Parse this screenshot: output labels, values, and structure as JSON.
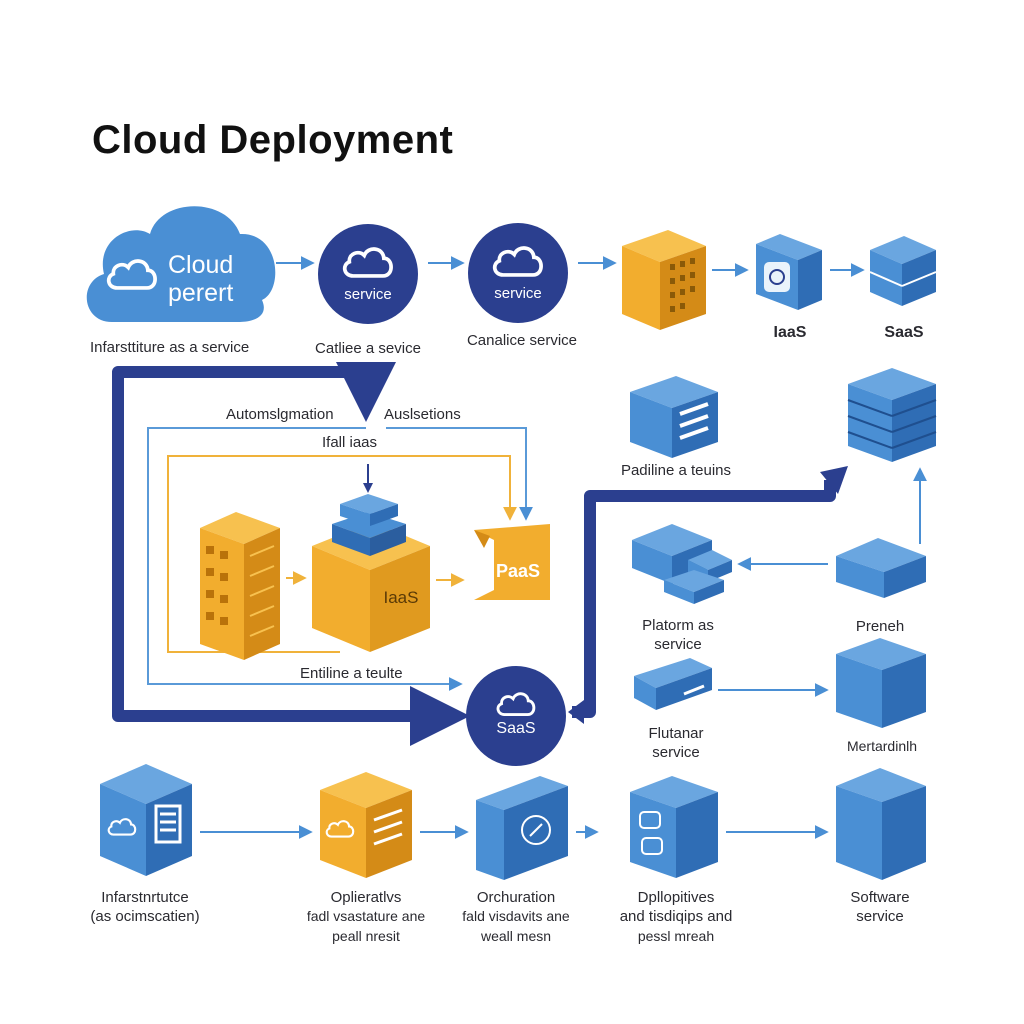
{
  "title": "Cloud Deployment",
  "colors": {
    "navy": "#2b3f8f",
    "blue": "#4a8fd4",
    "blue_dark": "#2f6db5",
    "orange": "#f2ad2e",
    "orange_dark": "#d48b17",
    "line_blue": "#5a9ad8",
    "line_orange": "#f0b23a"
  },
  "top_row": {
    "cloud_text_1": "Cloud",
    "cloud_text_2": "perert",
    "cloud_caption": "Infarsttiture as a service",
    "circle1_text": "service",
    "circle1_caption": "Catliee a sevice",
    "circle2_text": "service",
    "circle2_caption": "Canalice service",
    "iaas_caption": "IaaS",
    "saas_caption": "SaaS"
  },
  "middle": {
    "automation_label": "Automslgmation",
    "ausletions_label": "Auslsetions",
    "ifall_label": "Ifall iaas",
    "iaas_box": "IaaS",
    "paas_box": "PaaS",
    "entiline_label": "Entiline a teulte",
    "saas_circle": "SaaS",
    "padiline_caption": "Padiline a teuins",
    "platform_caption_1": "Platorm as",
    "platform_caption_2": "service",
    "preneh_caption": "Preneh",
    "flutanar_caption_1": "Flutanar",
    "flutanar_caption_2": "service",
    "mertardin_caption": "Mertardinlh"
  },
  "bottom_row": [
    {
      "lines": [
        "Infarstnrtutce",
        "(as ocimscatien)"
      ]
    },
    {
      "lines": [
        "Oplieratlvs",
        "fadl vsastature ane",
        "peall nresit"
      ]
    },
    {
      "lines": [
        "Orchuration",
        "fald visdavits ane",
        "weall mesn"
      ]
    },
    {
      "lines": [
        "Dpllopitives",
        "and tisdiqips and",
        "pessl mreah"
      ]
    },
    {
      "lines": [
        "Software",
        "service"
      ]
    }
  ],
  "icons": [
    "cloud-icon",
    "server-rack-icon",
    "stacked-cube-icon",
    "lock-icon",
    "document-lines-icon",
    "wrench-icon",
    "flow-arrow-icon"
  ]
}
